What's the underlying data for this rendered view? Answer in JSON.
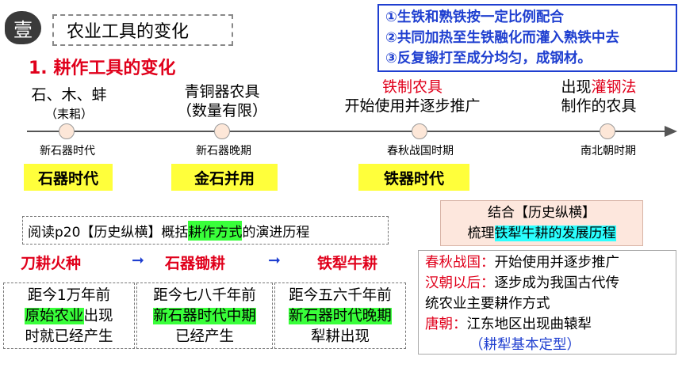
{
  "badge": "壹",
  "section_title": "农业工具的变化",
  "method_notes": [
    "①生铁和熟铁按一定比例配合",
    "②共同加热至生铁融化而灌入熟铁中去",
    "③反复锻打至成分均匀，成钢材。"
  ],
  "subheading": "1. 耕作工具的变化",
  "timeline": [
    {
      "line1": "石、木、蚌",
      "line2": "（耒耜）",
      "period": "新石器时代"
    },
    {
      "line1": "青铜器农具",
      "line2": "（数量有限）",
      "period": "新石器晚期"
    },
    {
      "line1": "铁制农具",
      "line2": "开始使用并逐步推广",
      "period": "春秋战国时期"
    },
    {
      "line1_prefix": "出现",
      "line1_highlight": "灌钢法",
      "line2": "制作的农具",
      "period": "南北朝时期"
    }
  ],
  "eras": [
    "石器时代",
    "金石并用",
    "铁器时代"
  ],
  "read_task": {
    "prefix": "阅读p20【历史纵横】概括",
    "highlight": "耕作方式",
    "suffix": "的演进历程"
  },
  "combine_task": {
    "line1": "结合【历史纵横】",
    "line2_prefix": "梳理",
    "line2_highlight": "铁犁牛耕的发展历程"
  },
  "flow": {
    "steps": [
      "刀耕火种",
      "石器锄耕",
      "铁犁牛耕"
    ],
    "arrow": "➞"
  },
  "stages": [
    {
      "line1": "距今1万年前",
      "line2_highlight": "原始农业",
      "line2_suffix": "出现",
      "line3": "时就已经产生"
    },
    {
      "line1": "距今七八千年前",
      "line2_highlight": "新石器时代中期",
      "line3": "已经产生"
    },
    {
      "line1": "距今五六千年前",
      "line2_highlight": "新石器时代晚期",
      "line3": "犁耕出现"
    }
  ],
  "history": {
    "items": [
      {
        "label": "春秋战国：",
        "text": "开始使用并逐步推广"
      },
      {
        "label": "汉朝以后：",
        "text": "逐步成为我国古代传"
      }
    ],
    "continuation": "统农业主要耕作方式",
    "item3": {
      "label": "唐朝：",
      "text": "江东地区出现曲辕犁"
    },
    "note": "（耕犁基本定型）"
  },
  "colors": {
    "red": "#e0001b",
    "blue": "#1f3fd0",
    "yellow": "#ffff3b",
    "green": "#39ff3a",
    "cyan": "#2bffff"
  }
}
